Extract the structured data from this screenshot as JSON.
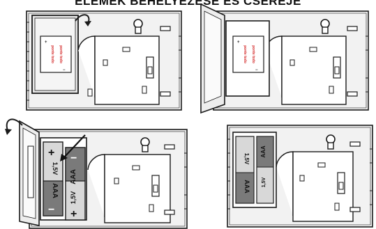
{
  "title": "ELEMEK BEHELYEZÉSE ÉS CSERÉJE",
  "label_red": "ponte todo",
  "battery_voltage": "1,5V",
  "battery_type": "AAA",
  "battery_voltage_small": "1,5V",
  "plus_sign": "+",
  "minus_sign": "−",
  "colors": {
    "outline": "#1a1a1a",
    "device_fill": "#f2f2f2",
    "label_red": "#d42a2a",
    "battery_dark": "#7a7a7a",
    "battery_light": "#d8d8d8"
  }
}
